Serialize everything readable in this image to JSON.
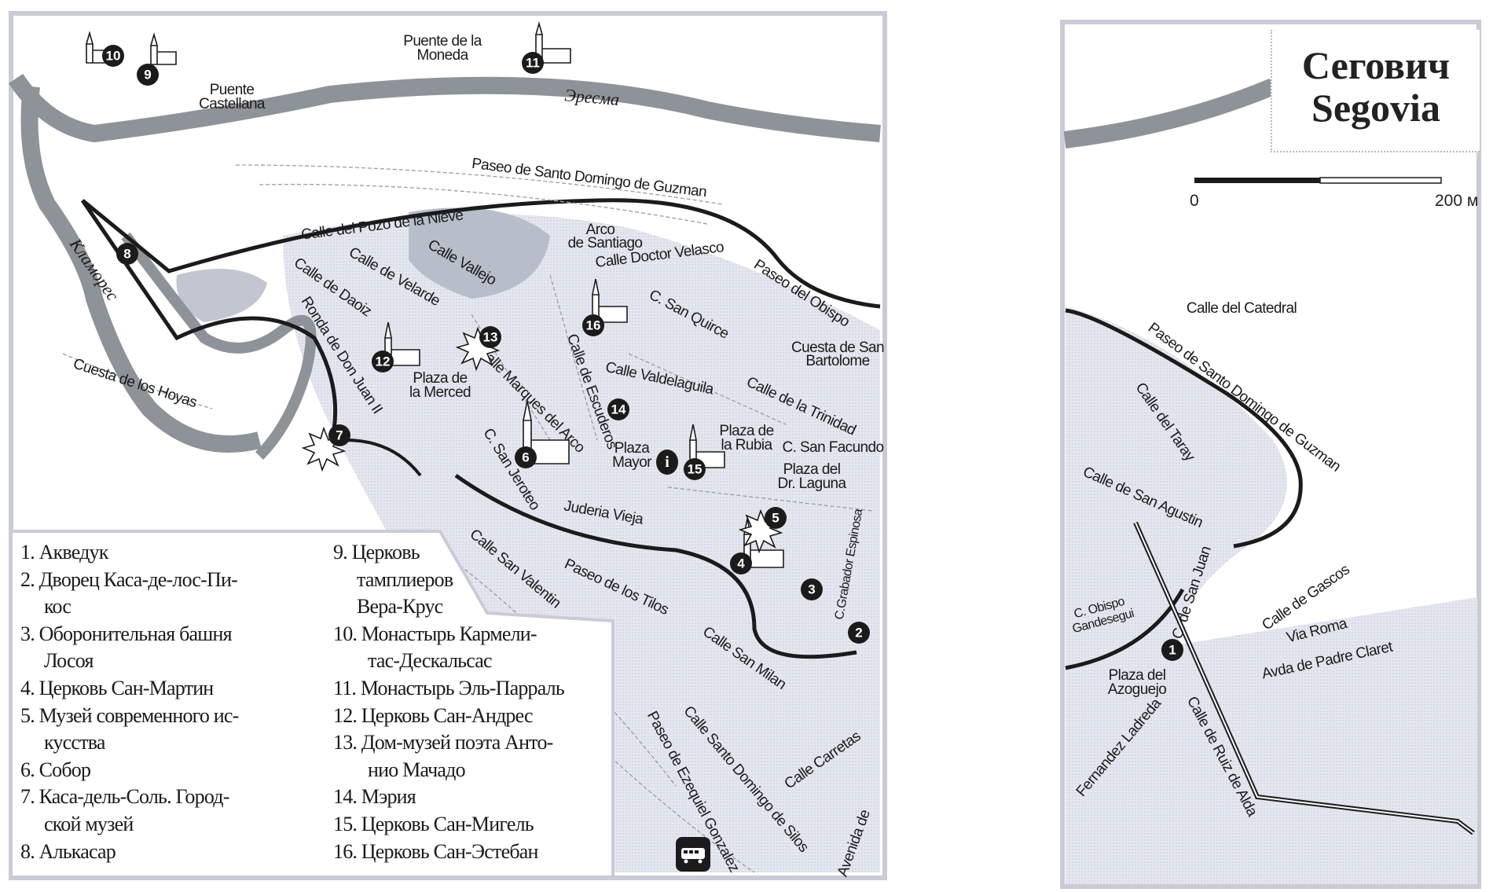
{
  "map": {
    "title_ru": "Сегович",
    "title_en": "Segovia",
    "scale": {
      "start": "0",
      "end": "200 м"
    },
    "rivers": [
      "Эресма",
      "Кламорес"
    ],
    "bridges": [
      {
        "line1": "Puente de la",
        "line2": "Moneda"
      },
      {
        "line1": "Puente",
        "line2": "Castellana"
      }
    ],
    "streets_left": [
      "Paseo de Santo Domingo de Guzman",
      "Calle del Pozo de la Nieve",
      "Calle Doctor Velasco",
      "Calle Vallejo",
      "Calle de Velarde",
      "Calle de Daoiz",
      "Ronda de Don Juan II",
      "Cuesta de los Hoyas",
      "Paseo del Obispo",
      "C. San Quirce",
      "Calle Valdelaguila",
      "Calle de Escuderos",
      "Calle Marques del Arco",
      "Calle de la Trinidad",
      "C. San Facundo",
      "C. San Jeroteo",
      "Juderia Vieja",
      "C.Grabador Espinosa",
      "Calle San Valentin",
      "Paseo de los Tilos",
      "Calle San Milan",
      "Paseo de Ezequiel Gonzalez",
      "Calle Santo Domingo de Silos",
      "Calle Carretas",
      "Avenida de"
    ],
    "places_left": [
      {
        "line1": "Arco",
        "line2": "de Santiago"
      },
      {
        "line1": "Cuesta de San",
        "line2": "Bartolome"
      },
      {
        "line1": "Plaza de",
        "line2": "la Merced"
      },
      {
        "line1": "Plaza de",
        "line2": "la Rubia"
      },
      {
        "line1": "Plaza",
        "line2": "Mayor"
      },
      {
        "line1": "Plaza del",
        "line2": "Dr. Laguna"
      }
    ],
    "streets_right": [
      "Calle del Catedral",
      "Paseo de Santo Domingo de Guzman",
      "Calle del Taray",
      "Calle de San Agustin",
      "C. de San Juan",
      "Calle de Gascos",
      "Via Roma",
      "Avda de Padre Claret",
      "Fernandez Ladreda",
      "Calle de Ruiz de Alda"
    ],
    "places_right": [
      {
        "line1": "C. Obispo",
        "line2": "Gandesegui"
      },
      {
        "line1": "Plaza del",
        "line2": "Azoguejo"
      }
    ],
    "markers": [
      "1",
      "2",
      "3",
      "4",
      "5",
      "6",
      "7",
      "8",
      "9",
      "10",
      "11",
      "12",
      "13",
      "14",
      "15",
      "16"
    ],
    "info_symbol": "i"
  },
  "legend": {
    "col1": [
      {
        "l1": "1. Акведук"
      },
      {
        "l1": "2. Дворец  Каса-де-лос-Пи-",
        "l2": "кос"
      },
      {
        "l1": "3. Оборонительная башня",
        "l2": "Лосоя"
      },
      {
        "l1": "4. Церковь Сан-Мартин"
      },
      {
        "l1": "5. Музей современного ис-",
        "l2": "кусства"
      },
      {
        "l1": "6. Собор"
      },
      {
        "l1": "7. Каса-дель-Соль.  Город-",
        "l2": "ской музей"
      },
      {
        "l1": "8. Алькасар"
      }
    ],
    "col2": [
      {
        "l1": "9. Церковь",
        "l2": "тамплиеров",
        "l3": "Вера-Крус"
      },
      {
        "l1": "10. Монастырь Кармели-",
        "l2": "тас-Дескальсас"
      },
      {
        "l1": "11. Монастырь Эль-Парраль"
      },
      {
        "l1": "12. Церковь Сан-Андрес"
      },
      {
        "l1": "13. Дом-музей поэта Анто-",
        "l2": "нио Мачадо"
      },
      {
        "l1": "14. Мэрия"
      },
      {
        "l1": "15. Церковь Сан-Мигель"
      },
      {
        "l1": "16. Церковь Сан-Эстебан"
      }
    ]
  },
  "colors": {
    "block": "#dfe3ec",
    "river": "#8e9299",
    "wall": "#1b1b1b",
    "frame": "#c9ccd6"
  }
}
